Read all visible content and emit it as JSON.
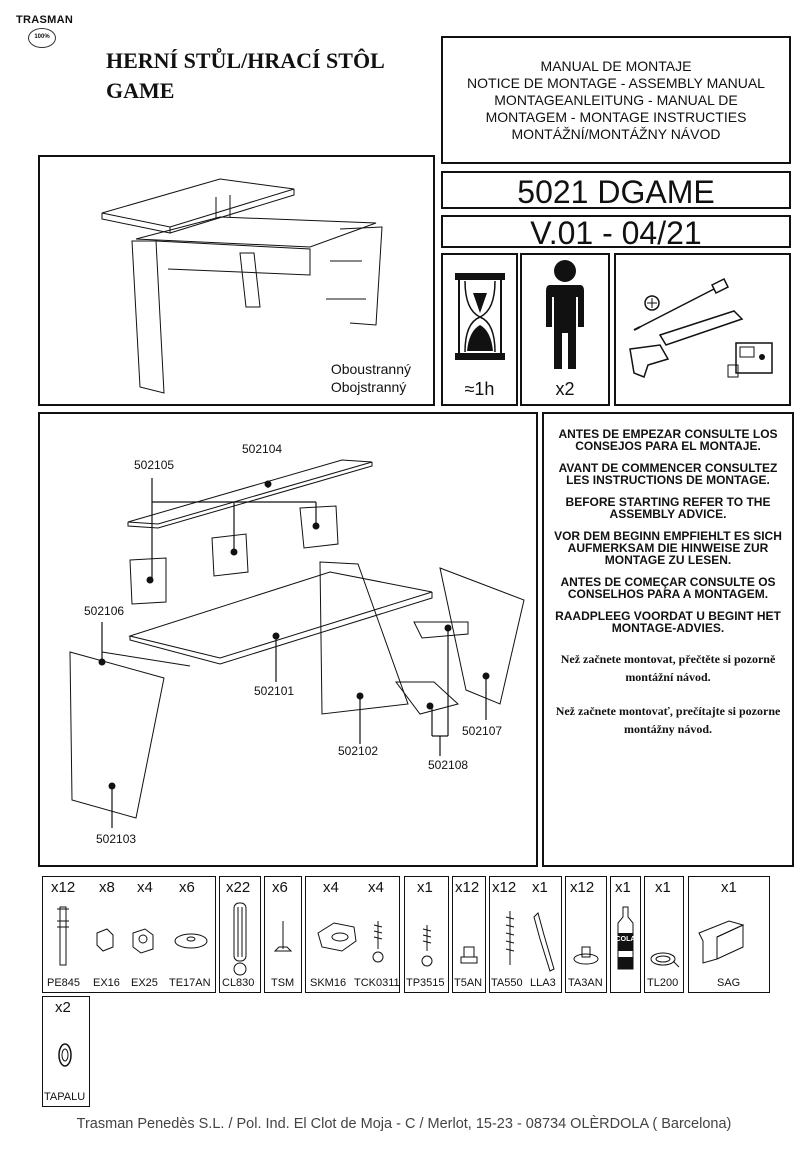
{
  "brand": "TRASMAN",
  "seal": "100%",
  "title": {
    "line1": "HERNÍ STŮL/HRACÍ STÔL",
    "line2": "GAME"
  },
  "manual_lines": [
    "MANUAL DE MONTAJE",
    "NOTICE DE MONTAGE - ASSEMBLY MANUAL",
    "MONTAGEANLEITUNG - MANUAL DE",
    "MONTAGEM - MONTAGE INSTRUCTIES",
    "MONTÁŽNÍ/MONTÁŽNY NÁVOD"
  ],
  "product_code": "5021 DGAME",
  "version": "V.01 - 04/21",
  "time_label": "≈1h",
  "people_label": "x2",
  "reversible": {
    "line1": "Oboustranný",
    "line2": "Obojstranný"
  },
  "parts": {
    "p502104": "502104",
    "p502105": "502105",
    "p502106": "502106",
    "p502101": "502101",
    "p502102": "502102",
    "p502103": "502103",
    "p502107": "502107",
    "p502108": "502108"
  },
  "advice": [
    "ANTES DE EMPEZAR CONSULTE LOS CONSEJOS PARA EL MONTAJE.",
    "AVANT DE COMMENCER CONSULTEZ LES INSTRUCTIONS DE MONTAGE.",
    "BEFORE STARTING REFER TO THE ASSEMBLY ADVICE.",
    "VOR DEM BEGINN EMPFIEHLT ES SICH AUFMERKSAM DIE HINWEISE ZUR MONTAGE ZU LESEN.",
    "ANTES DE COMEÇAR CONSULTE OS CONSELHOS PARA A MONTAGEM.",
    "RAADPLEEG VOORDAT U BEGINT HET MONTAGE-ADVIES."
  ],
  "advice_cz": "Než začnete montovat, přečtěte si pozorně montážní návod.",
  "advice_sk": "Než začnete montovať, prečítajte si pozorne montážny návod.",
  "hardware": [
    {
      "qty": "x12",
      "code": "PE845"
    },
    {
      "qty": "x8",
      "code": "EX16"
    },
    {
      "qty": "x4",
      "code": "EX25"
    },
    {
      "qty": "x6",
      "code": "TE17AN"
    },
    {
      "qty": "x22",
      "code": "CL830"
    },
    {
      "qty": "x6",
      "code": "TSM"
    },
    {
      "qty": "x4",
      "code": "SKM16"
    },
    {
      "qty": "x4",
      "code": "TCK0311"
    },
    {
      "qty": "x1",
      "code": "TP3515"
    },
    {
      "qty": "x12",
      "code": "T5AN"
    },
    {
      "qty": "x12",
      "code": "TA550"
    },
    {
      "qty": "x1",
      "code": "LLA3"
    },
    {
      "qty": "x12",
      "code": "TA3AN"
    },
    {
      "qty": "x1",
      "code": "COLA"
    },
    {
      "qty": "x1",
      "code": "TL200"
    },
    {
      "qty": "x1",
      "code": "SAG"
    },
    {
      "qty": "x2",
      "code": "TAPALU"
    }
  ],
  "cola_label": "COLA",
  "footer": "Trasman Penedès S.L. / Pol. Ind. El Clot de Moja - C / Merlot, 15-23 - 08734 OLÈRDOLA ( Barcelona)"
}
